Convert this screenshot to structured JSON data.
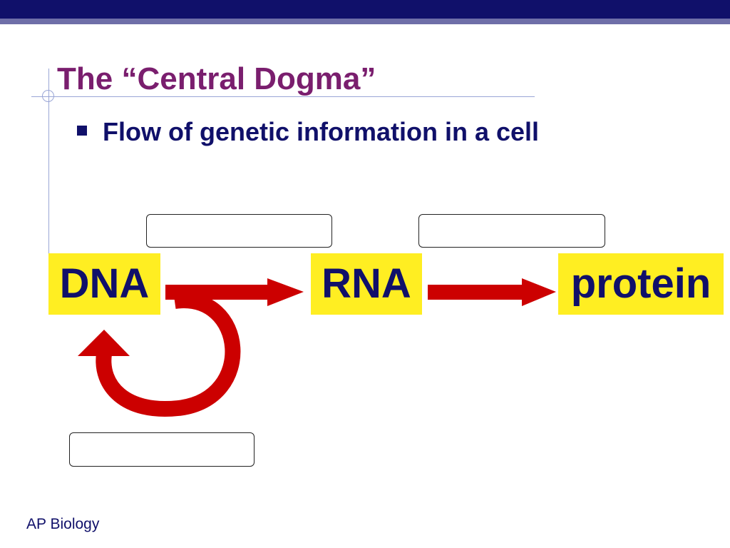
{
  "slide": {
    "title": "The “Central Dogma”",
    "bullets": [
      {
        "text": "Flow of genetic information in a cell"
      }
    ],
    "diagram": {
      "terms": {
        "dna": "DNA",
        "rna": "RNA",
        "protein": "protein"
      },
      "blank_boxes": {
        "transcription": "",
        "translation": "",
        "replication": ""
      },
      "colors": {
        "term_background": "#ffee22",
        "term_text": "#10106a",
        "arrow": "#cc0000"
      }
    },
    "footer": "AP Biology"
  },
  "theme": {
    "header_band": "#10106a",
    "title_color": "#7a1e6e",
    "text_color": "#10106a"
  }
}
